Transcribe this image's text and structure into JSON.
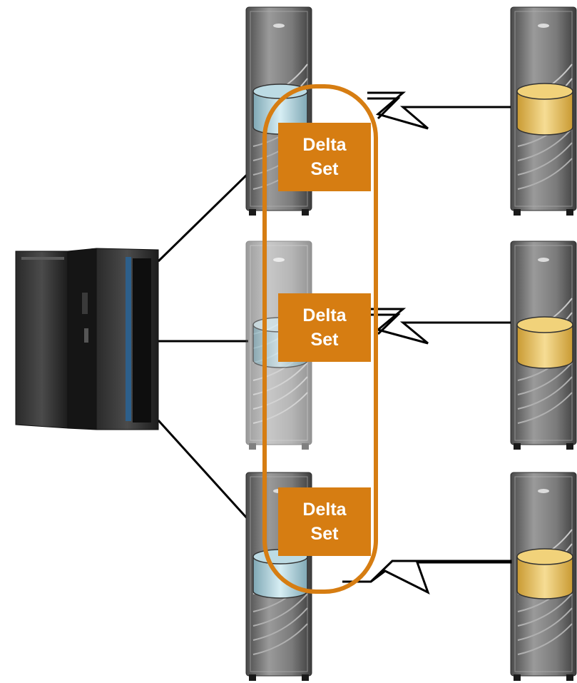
{
  "delta_sets": [
    {
      "line1": "Delta",
      "line2": "Set"
    },
    {
      "line1": "Delta",
      "line2": "Set"
    },
    {
      "line1": "Delta",
      "line2": "Set"
    }
  ],
  "components": {
    "mainframe": "mainframe-icon",
    "primary_servers": [
      "storage-server-icon",
      "storage-server-icon",
      "storage-server-icon"
    ],
    "secondary_servers": [
      "storage-server-icon",
      "storage-server-icon",
      "storage-server-icon"
    ],
    "primary_disk": "disk-cylinder-icon",
    "secondary_disk": "disk-cylinder-icon",
    "consistency_group": "consistency-group-outline"
  },
  "colors": {
    "delta_box": "#d67d12",
    "group_outline": "#d67d12",
    "primary_disk": "#a8ccd6",
    "secondary_disk": "#e9c46a",
    "server_body": "#6d6d6d",
    "links": "#000000"
  }
}
